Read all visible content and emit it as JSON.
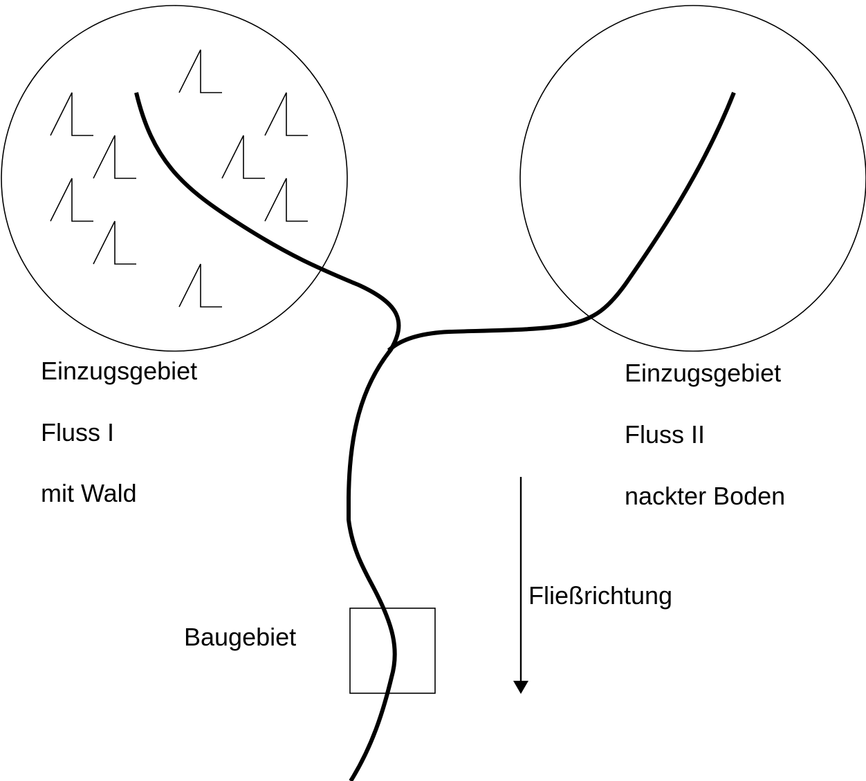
{
  "catchment_1": {
    "line1": "Einzugsgebiet",
    "line2": "Fluss I",
    "line3": "mit Wald"
  },
  "catchment_2": {
    "line1": "Einzugsgebiet",
    "line2": "Fluss II",
    "line3": "nackter Boden"
  },
  "building_area_label": "Baugebiet",
  "flow_direction_label": "Fließrichtung",
  "colors": {
    "stroke": "#000000",
    "background": "#ffffff"
  }
}
